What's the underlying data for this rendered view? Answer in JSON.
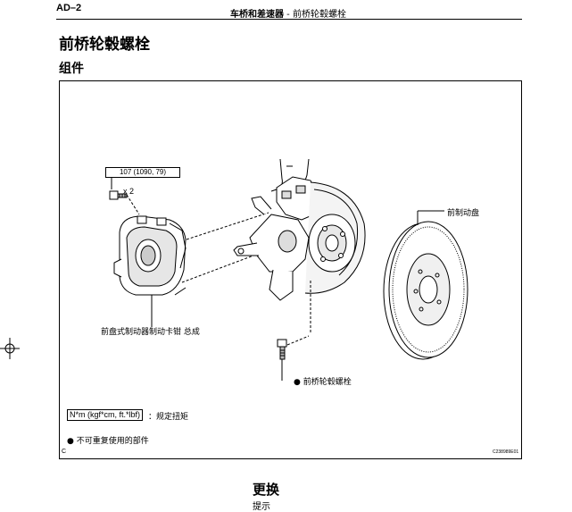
{
  "header": {
    "page_code": "AD–2",
    "section_bold": "车桥和差速器",
    "separator": " - ",
    "section_sub": "前桥轮毂螺栓"
  },
  "page_title": "前桥轮毂螺栓",
  "section_title": "组件",
  "figure": {
    "torque_spec": "107 (1090, 79)",
    "quantity": "x 2",
    "labels": {
      "disc": "前制动盘",
      "caliper": "前盘式制动器制动卡钳 总成",
      "hub_bolt": "前桥轮毂螺栓"
    },
    "legend": {
      "unit": "N*m (kgf*cm, ft.*lbf)",
      "unit_desc": "：规定扭矩",
      "non_reusable": "不可重复使用的部件",
      "bullet_symbol": "●"
    },
    "corner_mark": "C",
    "figure_code": "C238989E01"
  },
  "replace_heading": "更换",
  "hint_text": "提示",
  "colors": {
    "ink": "#000000",
    "paper": "#ffffff"
  }
}
